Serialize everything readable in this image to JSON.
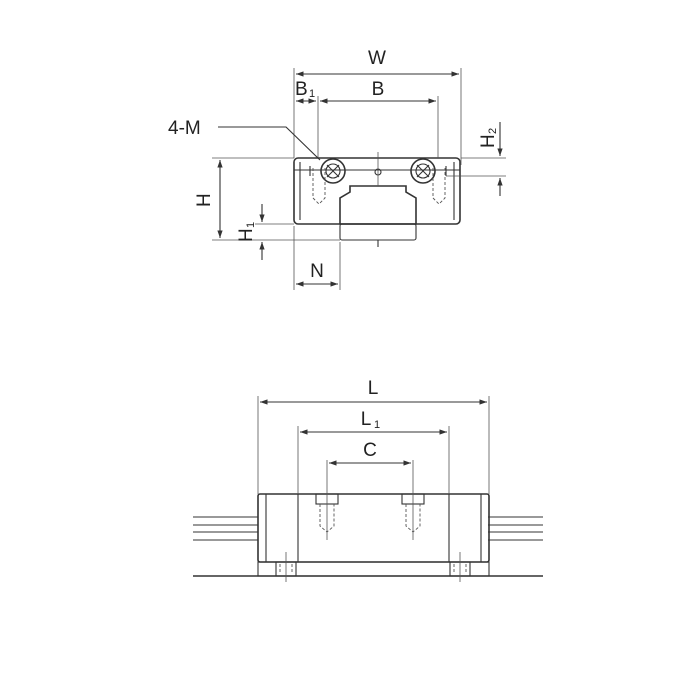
{
  "top_view": {
    "labels": {
      "W": "W",
      "B1_main": "B",
      "B1_sub": "1",
      "B": "B",
      "four_m": "4-M",
      "H": "H",
      "H1_main": "H",
      "H1_sub": "1",
      "H2_main": "H",
      "H2_sub": "2",
      "N": "N"
    }
  },
  "side_view": {
    "labels": {
      "L": "L",
      "L1_main": "L",
      "L1_sub": "1",
      "C": "C"
    }
  },
  "colors": {
    "line": "#333333",
    "background": "#ffffff"
  }
}
